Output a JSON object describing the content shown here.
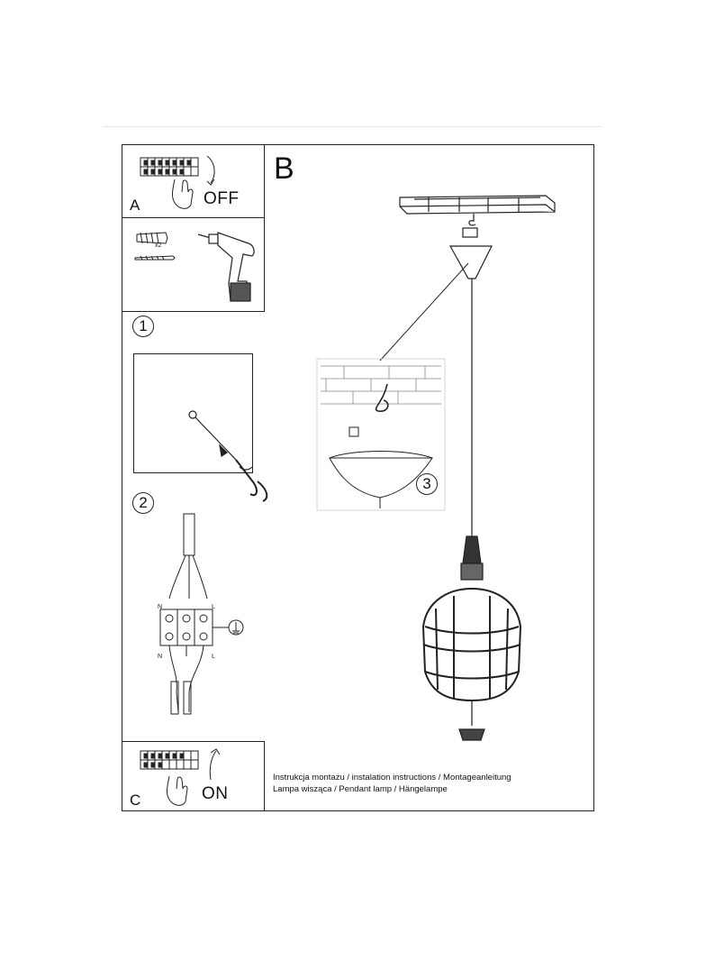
{
  "panel_a": {
    "letter": "A",
    "action": "OFF"
  },
  "panel_tools": {
    "quantity": "x2"
  },
  "step1": {
    "number": "1"
  },
  "step2": {
    "number": "2",
    "terminals_top": [
      "N",
      "L"
    ],
    "terminals_bottom": [
      "N",
      "L"
    ]
  },
  "section_b": {
    "letter": "B"
  },
  "step3": {
    "number": "3"
  },
  "panel_c": {
    "letter": "C",
    "action": "ON"
  },
  "footer": {
    "line1": "Instrukcja montażu / instalation instructions / Montageanleitung",
    "line2": "Lampa wisząca / Pendant lamp / Hängelampe"
  }
}
